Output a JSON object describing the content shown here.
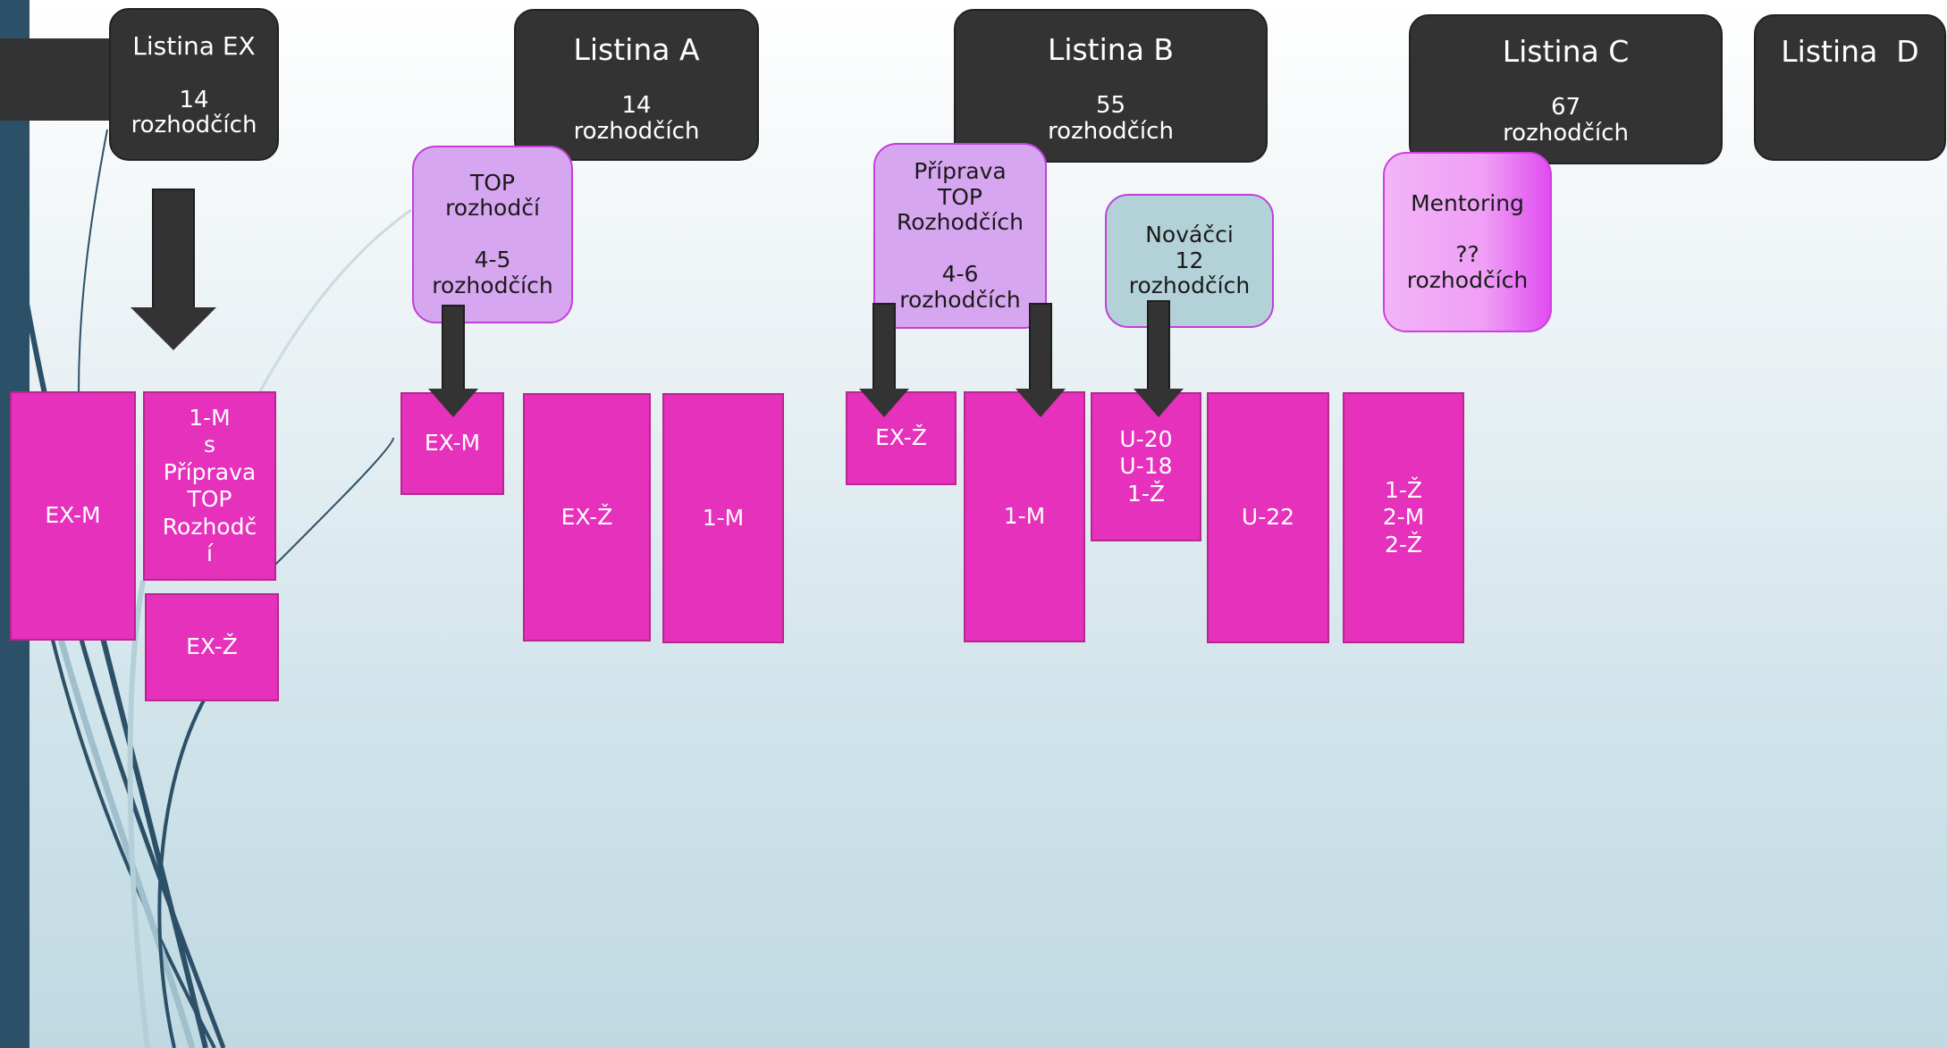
{
  "lists": [
    {
      "title": "Listina EX",
      "count": "14",
      "unit": "rozhodčích"
    },
    {
      "title": "Listina A",
      "count": "14",
      "unit": "rozhodčích"
    },
    {
      "title": "Listina B",
      "count": "55",
      "unit": "rozhodčích"
    },
    {
      "title": "Listina C",
      "count": "67",
      "unit": "rozhodčích"
    },
    {
      "title": "Listina  D",
      "count": "",
      "unit": ""
    }
  ],
  "groups": {
    "top_a": [
      "TOP",
      "rozhodčí",
      "",
      "4-5",
      "rozhodčích"
    ],
    "top_b": [
      "Příprava",
      "TOP",
      "Rozhodčích",
      "",
      "4-6",
      "rozhodčích"
    ],
    "novacci": [
      "Nováčci",
      "12",
      "rozhodčích"
    ],
    "mentoring": [
      "Mentoring",
      "",
      "??",
      "rozhodčích"
    ]
  },
  "categories": {
    "ex": {
      "exm": [
        "EX-M"
      ],
      "one_m_prep": [
        "1-M",
        "s",
        "Příprava",
        "TOP",
        "Rozhodč",
        "í"
      ],
      "exz": [
        "EX-Ž"
      ]
    },
    "a": {
      "exm": [
        "EX-M"
      ],
      "exz": [
        "EX-Ž"
      ],
      "one_m": [
        "1-M"
      ]
    },
    "b": {
      "exz": [
        "EX-Ž"
      ],
      "one_m": [
        "1-M"
      ],
      "youth": [
        "U-20",
        "U-18",
        "1-Ž"
      ],
      "u22": [
        "U-22"
      ],
      "mixed": [
        "1-Ž",
        "2-M",
        "2-Ž"
      ]
    }
  },
  "colors": {
    "header": "#333333",
    "category": "#e531bb",
    "group": "#d7a6f0",
    "novacci": "#b2d2d8",
    "arrow": "#333333",
    "side_bar": "#2c5068"
  }
}
